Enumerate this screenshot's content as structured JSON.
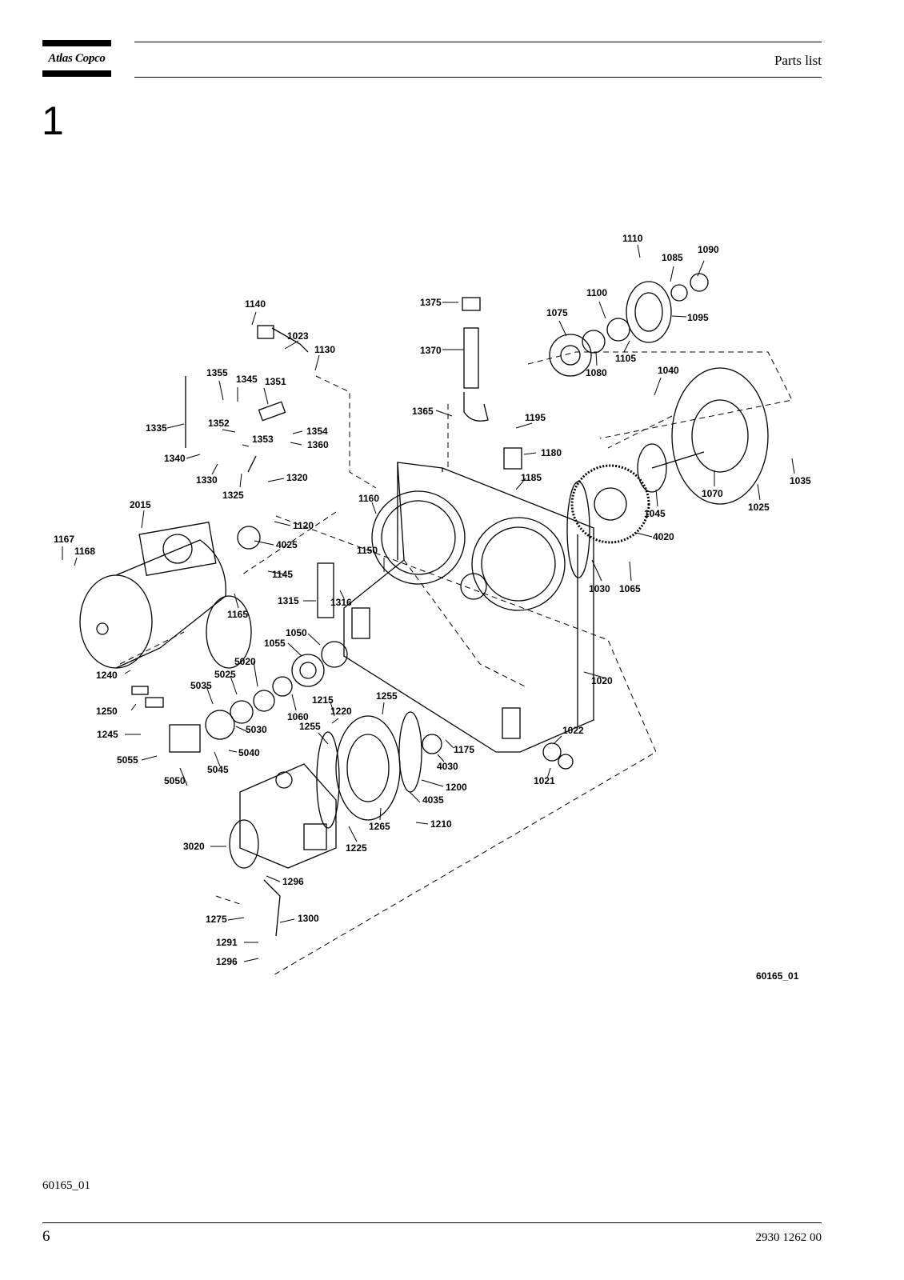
{
  "header": {
    "brand": "Atlas Copco",
    "title": "Parts list"
  },
  "section": {
    "number": "1"
  },
  "figure": {
    "drawing_id": "60165_01",
    "callouts": [
      "1110",
      "1085",
      "1090",
      "1100",
      "1095",
      "1075",
      "1080",
      "1105",
      "1140",
      "1023",
      "1130",
      "1375",
      "1370",
      "1365",
      "1040",
      "1355",
      "1345",
      "1351",
      "1335",
      "1352",
      "1354",
      "1353",
      "1360",
      "1195",
      "1180",
      "1185",
      "1340",
      "1330",
      "1320",
      "1325",
      "1160",
      "1070",
      "1035",
      "1025",
      "2015",
      "1120",
      "4025",
      "1045",
      "4020",
      "1167",
      "1168",
      "1150",
      "1145",
      "1030",
      "1065",
      "1315",
      "1316",
      "1165",
      "1050",
      "1055",
      "5020",
      "1020",
      "5025",
      "5035",
      "1240",
      "1215",
      "1255",
      "1220",
      "1060",
      "1250",
      "5030",
      "1255",
      "1175",
      "1022",
      "1245",
      "5040",
      "4030",
      "5055",
      "5045",
      "1200",
      "1021",
      "5050",
      "4035",
      "1265",
      "1210",
      "3020",
      "1225",
      "1296",
      "1275",
      "1300",
      "1291",
      "1296"
    ]
  },
  "footer": {
    "figure_ref": "60165_01",
    "page_number": "6",
    "document_number": "2930 1262 00"
  }
}
